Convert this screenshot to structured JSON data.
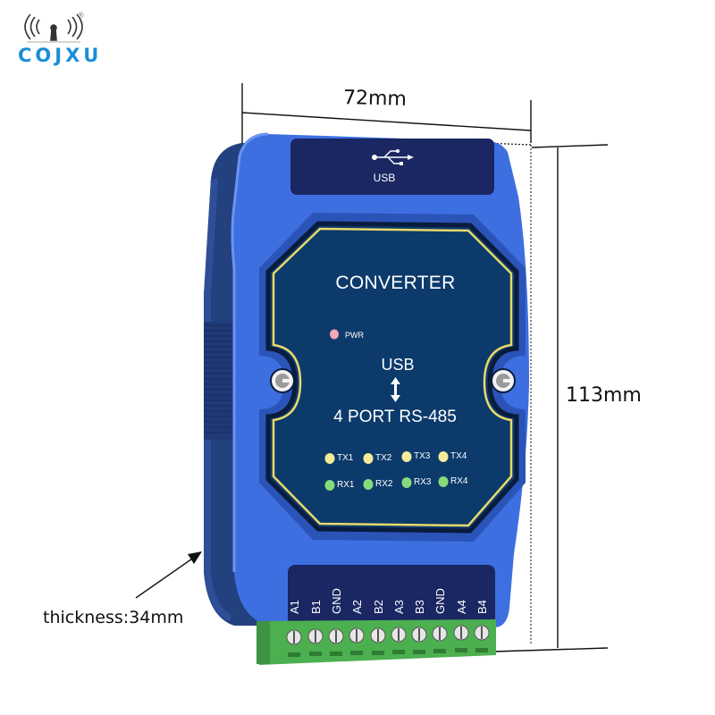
{
  "brand": {
    "name": "COJXU",
    "registered_mark": "®",
    "icon": "antenna-broadcast-icon",
    "color": "#1a8fd6"
  },
  "dimensions": {
    "width": "72mm",
    "height": "113mm",
    "thickness": "thickness:34mm"
  },
  "device": {
    "top_port": {
      "icon": "usb-icon",
      "label": "USB"
    },
    "title": "CONVERTER",
    "power_led": {
      "label": "PWR",
      "color": "#f4a7b4"
    },
    "interface_top": "USB",
    "interface_arrow": "bidirectional-arrow-icon",
    "interface_bottom": "4 PORT RS-485",
    "tx_leds": [
      {
        "label": "TX1"
      },
      {
        "label": "TX2"
      },
      {
        "label": "TX3"
      },
      {
        "label": "TX4"
      }
    ],
    "rx_leds": [
      {
        "label": "RX1"
      },
      {
        "label": "RX2"
      },
      {
        "label": "RX3"
      },
      {
        "label": "RX4"
      }
    ],
    "terminals": [
      "A1",
      "B1",
      "GND",
      "A2",
      "B2",
      "A3",
      "B3",
      "GND",
      "A4",
      "B4"
    ],
    "colors": {
      "body": "#3d6fe0",
      "body_dark": "#23407f",
      "panel": "#0c3a6b",
      "panel_border": "#e8d96a",
      "label_bg": "#1a2763",
      "terminal_block": "#4caf50",
      "tx_led": "#f3ec9a",
      "rx_led": "#86dc7a"
    }
  }
}
